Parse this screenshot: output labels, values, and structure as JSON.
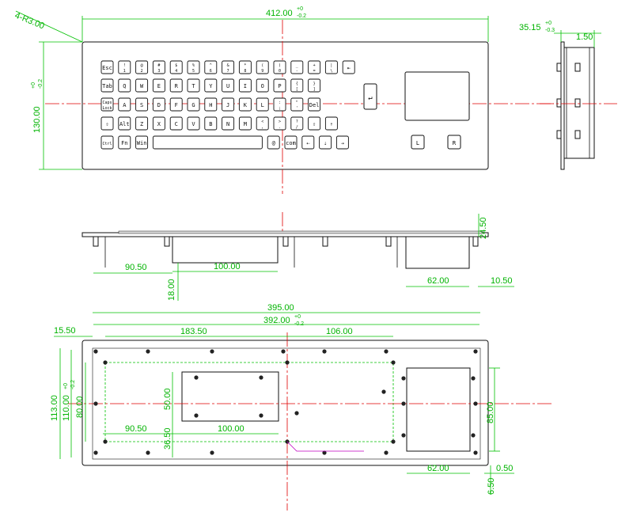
{
  "dimensions": {
    "corner_radius": "4-R3.00",
    "width_total": "412.00",
    "width_tol_top": "+0",
    "width_tol_bot": "-0.2",
    "height_total": "130.00",
    "height_tol_top": "+0",
    "height_tol_bot": "-0.2",
    "side_depth": "35.15",
    "side_depth_tol_top": "+0",
    "side_depth_tol_bot": "-0.3",
    "side_flange": "1.50",
    "front_offset": "90.50",
    "front_cutout": "100.00",
    "front_depth": "18.00",
    "front_height": "24.50",
    "front_pad_width": "62.00",
    "front_pad_offset": "10.50",
    "bottom_outer": "395.00",
    "bottom_inner": "392.00",
    "bottom_inner_tol_top": "+0",
    "bottom_inner_tol_bot": "-0.2",
    "bottom_margin": "15.50",
    "bottom_span1": "183.50",
    "bottom_span2": "106.00",
    "bottom_h_outer": "113.00",
    "bottom_h_inner": "110.00",
    "bottom_h_tol_top": "+0",
    "bottom_h_tol_bot": "-0.2",
    "bottom_h_80": "80.00",
    "bottom_h_50": "50.00",
    "bottom_h_36": "36.50",
    "bottom_h_85": "85.00",
    "bottom_offset": "90.50",
    "bottom_cutout": "100.00",
    "bottom_pad_width": "62.00",
    "bottom_edge_a": "0.50",
    "bottom_edge_b": "6.50"
  },
  "keys": {
    "row1": [
      "Esc",
      "!\n1",
      "@\n2",
      "#\n3",
      "$\n4",
      "%\n5",
      "^\n6",
      "&\n7",
      "*\n8",
      "(\n9",
      ")\n0",
      "_\n-",
      "+\n=",
      "|\n\\",
      "⇤"
    ],
    "row2": [
      "Tab",
      "Q",
      "W",
      "E",
      "R",
      "T",
      "Y",
      "U",
      "I",
      "O",
      "P",
      "{\n[",
      "}\n]"
    ],
    "row3": [
      "Caps\nLock",
      "A",
      "S",
      "D",
      "F",
      "G",
      "H",
      "J",
      "K",
      "L",
      ":\n;",
      "\"\n'",
      "Del"
    ],
    "row4": [
      "⇧",
      "Alt",
      "Z",
      "X",
      "C",
      "V",
      "B",
      "N",
      "M",
      "<\n,",
      ">\n.",
      "?\n/",
      "⇧",
      "⇡"
    ],
    "row5": [
      "Ctrl",
      "Fn",
      "Win",
      "",
      "@",
      "com",
      "⇠",
      "⇣",
      "⇢"
    ],
    "enter": "↵",
    "mouse_left": "L",
    "mouse_right": "R"
  },
  "palette": {
    "dimension": "#00b300",
    "centerline": "#e00000",
    "outline": "#111111",
    "label": "#c000c0"
  }
}
